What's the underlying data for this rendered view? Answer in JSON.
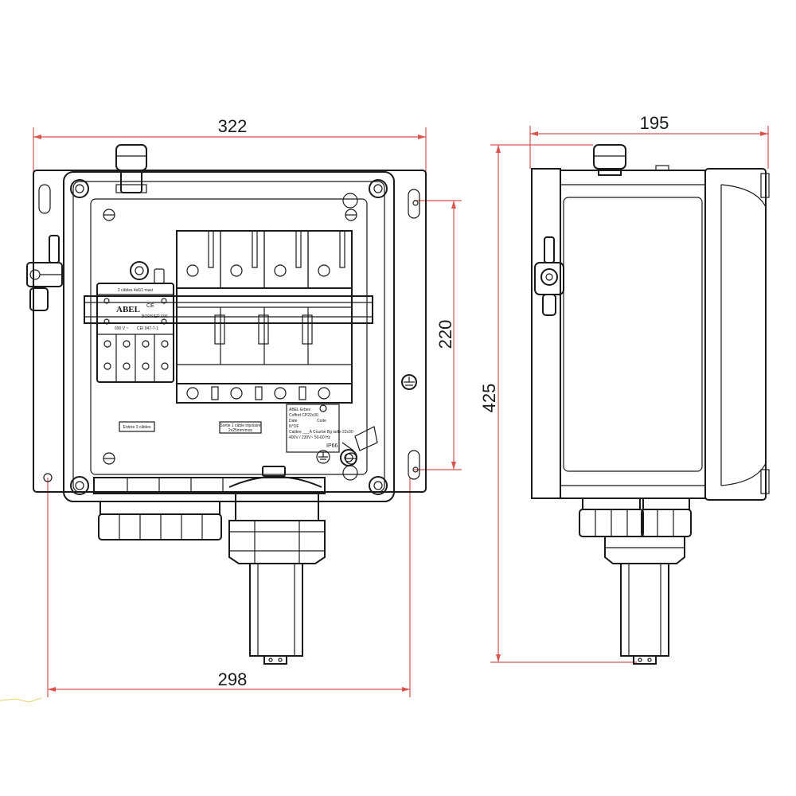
{
  "dimensions": {
    "width_top": "322",
    "height_mounting": "220",
    "width_bottom": "298",
    "depth": "195",
    "height_total": "425"
  },
  "front_view": {
    "spd": {
      "top_label": "2 câbles 4x6/1 maxi",
      "brand": "ABEL",
      "ce_mark": "CE",
      "product": "BORNIER 690",
      "voltage": "690 V ~",
      "standard": "CEI 947-7-1"
    },
    "label_input": "Entrée 3 câbles",
    "label_output_line1": "Sortie 1 câble tripolaire",
    "label_output_line2": "2x25mm²max",
    "nameplate": {
      "title": "ABEL Erbes",
      "line1": "Coffret CP22x30",
      "line2": "Date",
      "line3": "N°OF",
      "line4": "Calibre ___A Courbe Bg taille 22x30",
      "line5": "400V / 230V~ 50-60 Hz",
      "code_label": "Code",
      "ip_rating": "IP66"
    }
  },
  "icon_names": [
    "ground-symbol-icon",
    "cable-gland-icon",
    "screw-icon",
    "padlock-icon"
  ]
}
